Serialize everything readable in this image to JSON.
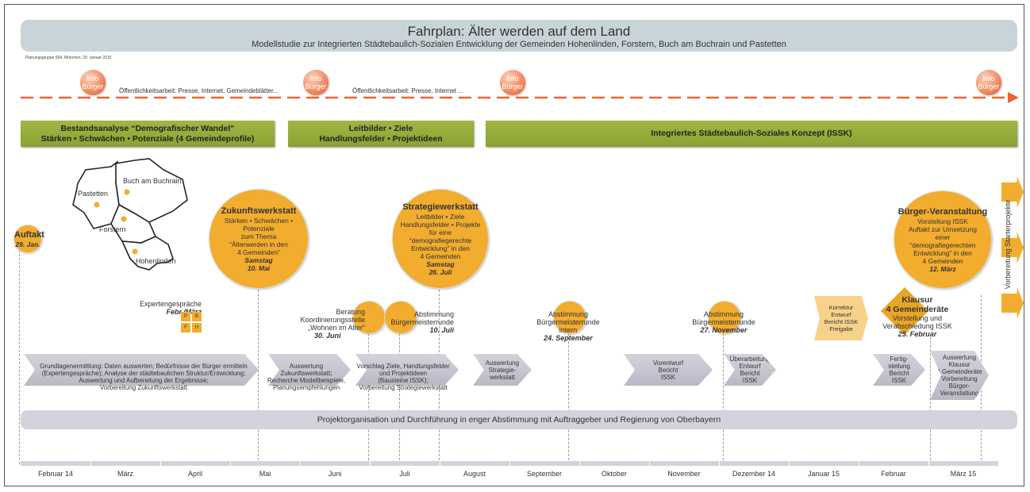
{
  "header": {
    "title": "Fahrplan: Älter werden auf dem Land",
    "subtitle": "Modellstudie zur Integrierten Städtebaulich-Sozialen Entwicklung der Gemeinden Hohenlinden, Forstern, Buch am Buchrain und Pastetten",
    "credit": "Planungsgruppe 504, München, 29. Januar 2015"
  },
  "info": {
    "bubble_line1": "Info",
    "bubble_line2": "Bürger",
    "text1": "Öffentlichkeitsarbeit:  Presse,  Internet,  Gemeindeblätter...",
    "text2": "Öffentlichkeitsarbeit:  Presse,  Internet  ..."
  },
  "phases": [
    {
      "line1": "Bestandsanalyse “Demografischer Wandel”",
      "line2": "Stärken • Schwächen • Potenziale (4 Gemeindeprofile)"
    },
    {
      "line1": "Leitbilder • Ziele",
      "line2": "Handlungsfelder • Projektideen"
    },
    {
      "line1": "Integriertes Städtebaulich-Soziales Konzept (ISSK)",
      "line2": ""
    }
  ],
  "map": {
    "pastetten": "Pastetten",
    "buch": "Buch am Buchrain",
    "forstern": "Forstern",
    "hohenlinden": "Hohenlinden"
  },
  "events": {
    "auftakt": {
      "title": "Auftakt",
      "date": "29. Jan."
    },
    "zukunft": {
      "title": "Zukunftswerkstatt",
      "l1": "Stärken • Schwächen •",
      "l2": "Potenziale",
      "l3": "zum Thema",
      "l4": "“Älterwerden in den",
      "l5": "4 Gemeinden”",
      "day": "Samstag",
      "date": "10. Mai"
    },
    "strategie": {
      "title": "Strategiewerkstatt",
      "l1": "Leitbilder • Ziele",
      "l2": "Handlungsfelder • Projekte",
      "l3": "für eine",
      "l4": "“demografiegerechte",
      "l5": "Entwicklung” in den",
      "l6": "4 Gemeinden",
      "day": "Samstag",
      "date": "26. Juli"
    },
    "buerger": {
      "title": "Bürger-Veranstaltung",
      "l1": "Vorstellung ISSK",
      "l2": "Auftakt zur Umsetzung",
      "l3": "einer",
      "l4": "“demografiegerechten",
      "l5": "Entwicklung” in den",
      "l6": "4 Gemeinden",
      "date": "12. März"
    },
    "experten": {
      "l1": "Expertengespräche",
      "date": "Febr./März",
      "sq": [
        "P",
        "B",
        "F",
        "H"
      ]
    },
    "beratung": {
      "l1": "Beratung",
      "l2": "Koordinierungsstelle",
      "l3": "„Wohnen im Alter“",
      "date": "30. Juni"
    },
    "abst1": {
      "l1": "Abstimmung",
      "l2": "Bürgermeisterrunde",
      "date": "10. Juli"
    },
    "abst2": {
      "l1": "Abstimmung",
      "l2": "Bürgermeisterrunde",
      "l3": "intern",
      "date": "24. September"
    },
    "abst3": {
      "l1": "Abstimmung",
      "l2": "Bürgermeisterrunde",
      "date": "27. November"
    },
    "korrektur": {
      "l1": "Korrektur",
      "l2": "Entwurf",
      "l3": "Bericht ISSK",
      "l4": "Freigabe"
    },
    "klausur": {
      "title1": "Klausur",
      "title2": "4 Gemeinderäte",
      "l1": "Vorstellung und",
      "l2": "Verabschiedung ISSK",
      "date": "25. Februar"
    },
    "starter": "Vorbereitung Starterprojekte"
  },
  "tasks": {
    "t1": {
      "l1": "Grundlagenermittlung: Daten auswerten; Bedürfnisse der Bürger ermitteln",
      "l2": "(Expertengespräche); Analyse der städtebaulichen Struktur/Entwicklung;",
      "l3": "Auswertung und Aufbereitung der Ergebnisse;",
      "l4": "Vorbereitung Zukunftswerkstatt"
    },
    "t2": {
      "l1": "Auswertung",
      "l2": "Zukunftswerkstatt;",
      "l3": "Recherche Modellbeispiele,",
      "l4": "Planungsempfehlungen"
    },
    "t3": {
      "l1": "Vorschlag Ziele, Handlungsfelder",
      "l2": "und Projektideen",
      "l3": "(Bausteine ISSK);",
      "l4": "Vorbereitung Strategiewerkstatt"
    },
    "t4": {
      "l1": "Auswertung",
      "l2": "Strategie-",
      "l3": "werkstatt"
    },
    "t5": {
      "l1": "Vorentwurf",
      "l2": "Bericht",
      "l3": "ISSK"
    },
    "t6": {
      "l1": "Überarbeitung",
      "l2": "Entwurf",
      "l3": "Bericht",
      "l4": "ISSK"
    },
    "t7": {
      "l1": "Fertig-",
      "l2": "stellung",
      "l3": "Bericht",
      "l4": "ISSK"
    },
    "t8": {
      "l1": "Auswertung",
      "l2": "Klausur",
      "l3": "4 Gemeinderäte",
      "l4": "Vorbereitung",
      "l5": "Bürger-",
      "l6": "Veranstaltung"
    }
  },
  "project_bar": "Projektorganisation  und  Durchführung  in  enger  Abstimmung  mit  Auftraggeber  und  Regierung  von  Oberbayern",
  "months": [
    "Februar 14",
    "März",
    "April",
    "Mai",
    "Juni",
    "Juli",
    "August",
    "September",
    "Oktober",
    "November",
    "Dezember 14",
    "Januar 15",
    "Februar",
    "März 15"
  ],
  "colors": {
    "green": "#8fa736",
    "orange": "#f2ac2e",
    "info_red": "#e9643a",
    "grey": "#d2d3dc"
  }
}
